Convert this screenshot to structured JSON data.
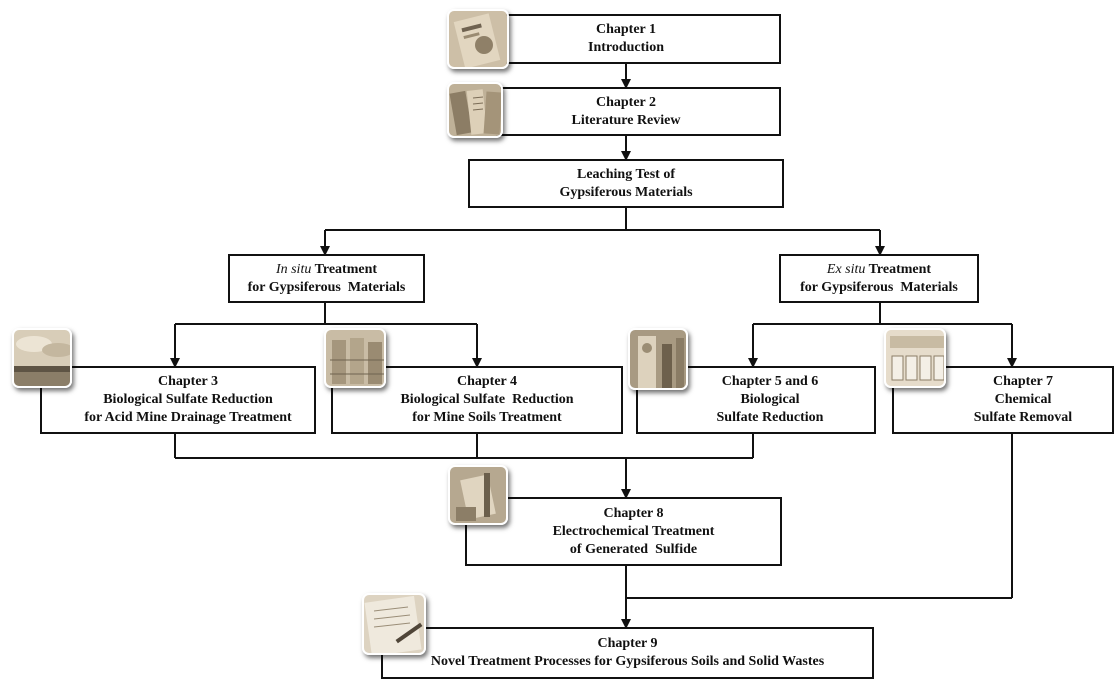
{
  "boxes": {
    "ch1": {
      "line1": "Chapter 1",
      "line2": "Introduction"
    },
    "ch2": {
      "line1": "Chapter 2",
      "line2": "Literature Review"
    },
    "leaching": {
      "line1": "Leaching Test of",
      "line2": "Gypsiferous Materials"
    },
    "insitu": {
      "italic": "In situ",
      "line1_rest": " Treatment",
      "line2": "for Gypsiferous  Materials"
    },
    "exsitu": {
      "italic": "Ex situ",
      "line1_rest": " Treatment",
      "line2": "for Gypsiferous  Materials"
    },
    "ch3": {
      "line1": "Chapter 3",
      "line2": "Biological Sulfate Reduction",
      "line3": "for Acid Mine Drainage Treatment"
    },
    "ch4": {
      "line1": "Chapter 4",
      "line2": "Biological Sulfate  Reduction",
      "line3": "for Mine Soils Treatment"
    },
    "ch56": {
      "line1": "Chapter 5 and 6",
      "line2": "Biological",
      "line3": "Sulfate Reduction"
    },
    "ch7": {
      "line1": "Chapter 7",
      "line2": "Chemical",
      "line3": "Sulfate Removal"
    },
    "ch8": {
      "line1": "Chapter 8",
      "line2": "Electrochemical Treatment",
      "line3": "of Generated  Sulfide"
    },
    "ch9": {
      "line1": "Chapter 9",
      "line2": "Novel Treatment Processes for Gypsiferous Soils and Solid Wastes"
    }
  },
  "colors": {
    "line": "#111111",
    "photo_sepia": "#b8aa92"
  }
}
